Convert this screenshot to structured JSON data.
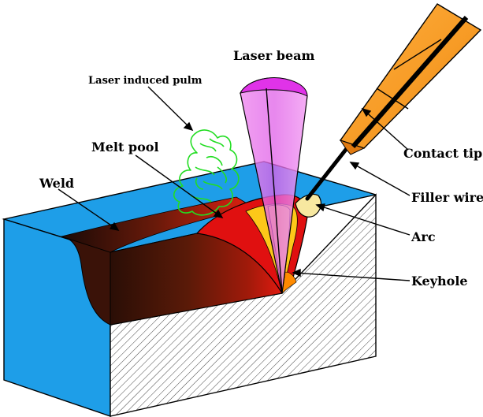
{
  "labels": {
    "laser_beam": "Laser beam",
    "laser_induced_plume": "Laser induced pulm",
    "melt_pool": "Melt pool",
    "weld": "Weld",
    "contact_tip": "Contact tip",
    "filler_wire": "Filler wire",
    "arc": "Arc",
    "keyhole": "Keyhole"
  },
  "colors": {
    "workpiece_side": "#1e9ee8",
    "hatched_section": "#ffffff",
    "weld_dark": "#3a1208",
    "melt_red": "#e01010",
    "melt_yellow": "#fff34a",
    "laser_magenta": "#e040e8",
    "plume_green": "#22dd22",
    "torch_orange": "#ff9a1e",
    "wire_black": "#000000"
  }
}
